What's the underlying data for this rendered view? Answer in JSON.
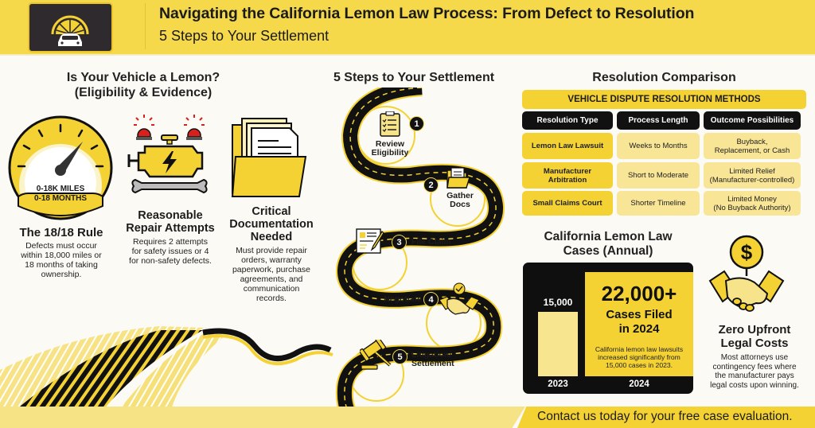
{
  "header": {
    "logo_icon": "lemon-car-logo-icon",
    "title": "Navigating the California Lemon Law Process: From Defect to Resolution",
    "subtitle": "5 Steps to Your Settlement"
  },
  "eligibility": {
    "heading_line1": "Is Your Vehicle a Lemon?",
    "heading_line2": "(Eligibility & Evidence)",
    "gauge": {
      "icon": "speedometer-icon",
      "line1": "0-18K MILES",
      "line2": "0-18 MONTHS"
    },
    "items": [
      {
        "icon": "speedometer-icon",
        "title": "The 18/18 Rule",
        "desc": [
          "Defects must occur",
          "within 18,000 miles or",
          "18 months of taking",
          "ownership."
        ]
      },
      {
        "icon": "engine-warning-icon",
        "title": [
          "Reasonable",
          "Repair Attempts"
        ],
        "desc": [
          "Requires 2 attempts",
          "for safety issues or 4",
          "for non-safety defects."
        ]
      },
      {
        "icon": "document-folder-icon",
        "title": [
          "Critical",
          "Documentation",
          "Needed"
        ],
        "desc": [
          "Must provide repair",
          "orders, warranty",
          "paperwork, purchase",
          "agreements, and",
          "communication",
          "records."
        ]
      }
    ]
  },
  "steps": {
    "heading": "5 Steps to Your Settlement",
    "items": [
      {
        "num": "1",
        "label": [
          "Review",
          "Eligibility"
        ],
        "icon": "clipboard-checklist-icon"
      },
      {
        "num": "2",
        "label": [
          "Gather",
          "Docs"
        ],
        "icon": "folder-icon"
      },
      {
        "num": "3",
        "label": [
          "File Claim"
        ],
        "icon": "signed-form-icon"
      },
      {
        "num": "4",
        "label": [
          "Negotiate"
        ],
        "icon": "handshake-icon"
      },
      {
        "num": "5",
        "label": [
          "Litigation/",
          "Settlement"
        ],
        "icon": "gavel-icon"
      }
    ]
  },
  "comparison": {
    "heading": "Resolution Comparison",
    "banner": "VEHICLE DISPUTE RESOLUTION METHODS",
    "columns": [
      "Resolution Type",
      "Process Length",
      "Outcome Possibilities"
    ],
    "rows": [
      {
        "type": [
          "Lemon Law Lawsuit"
        ],
        "length": [
          "Weeks to Months"
        ],
        "outcome": [
          "Buyback,",
          "Replacement, or Cash"
        ]
      },
      {
        "type": [
          "Manufacturer",
          "Arbitration"
        ],
        "length": [
          "Short to Moderate"
        ],
        "outcome": [
          "Limited Relief",
          "(Manufacturer-controlled)"
        ]
      },
      {
        "type": [
          "Small Claims Court"
        ],
        "length": [
          "Shorter Timeline"
        ],
        "outcome": [
          "Limited Money",
          "(No Buyback Authority)"
        ]
      }
    ]
  },
  "cases": {
    "heading_line1": "California Lemon Law",
    "heading_line2": "Cases (Annual)",
    "bar_2023_label": "15,000",
    "big_number": "22,000+",
    "big_sub_line1": "Cases Filed",
    "big_sub_line2": "in 2024",
    "desc": [
      "California lemon law lawsuits",
      "increased significantly from",
      "15,000 cases in 2023."
    ],
    "year_2023": "2023",
    "year_2024": "2024"
  },
  "chart_data": {
    "type": "bar",
    "title": "California Lemon Law Cases (Annual)",
    "categories": [
      "2023",
      "2024"
    ],
    "values": [
      15000,
      22000
    ],
    "annotations": [
      "15,000",
      "22,000+ Cases Filed in 2024"
    ],
    "xlabel": "",
    "ylabel": ""
  },
  "costs": {
    "icon": "dollar-handshake-icon",
    "title_line1": "Zero Upfront",
    "title_line2": "Legal Costs",
    "desc": [
      "Most attorneys use",
      "contingency fees where",
      "the manufacturer pays",
      "legal costs upon winning."
    ]
  },
  "footer": {
    "cta": "Contact us today for your free case evaluation."
  },
  "colors": {
    "brand_yellow": "#f4d233",
    "light_yellow": "#f8e595",
    "dark": "#111111",
    "alert_red": "#d8201c"
  }
}
